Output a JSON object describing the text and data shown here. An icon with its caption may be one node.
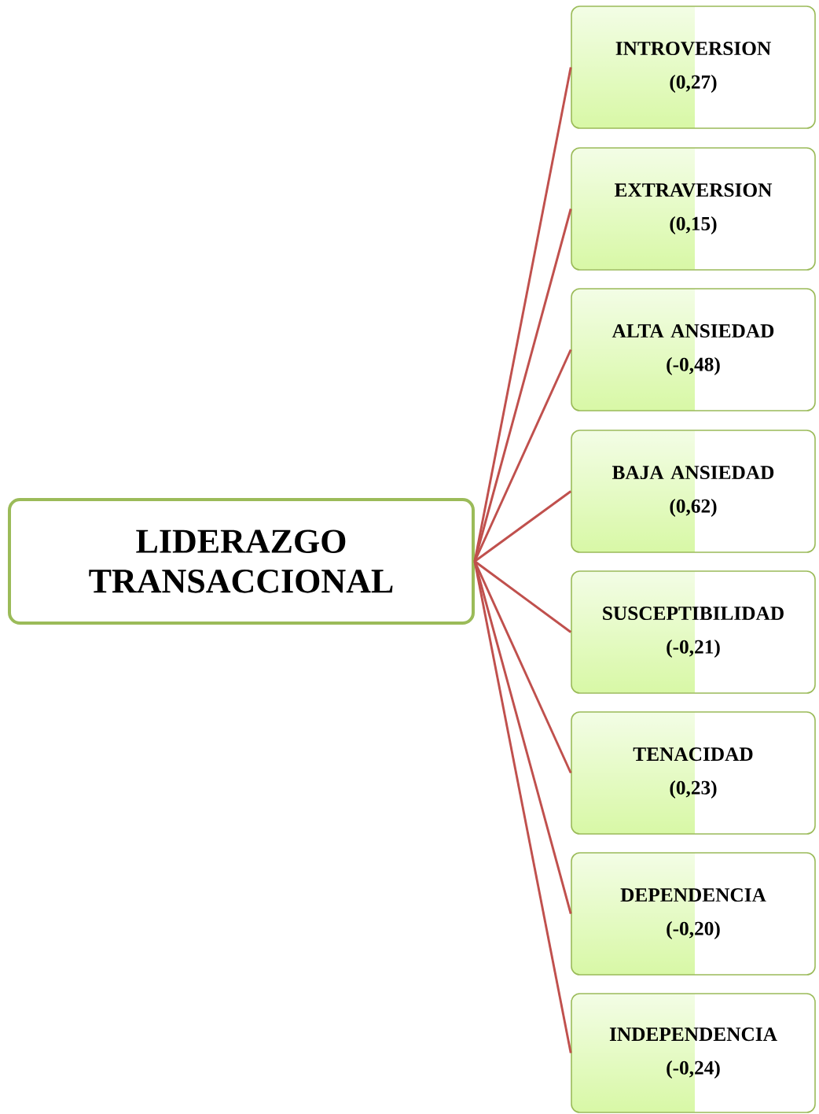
{
  "diagram": {
    "nodes": [
      {
        "text": [
          "LIDERAZGO TRANSACCIONAL"
        ]
      },
      {
        "text": [
          "INTROVERSION",
          "(0,27)"
        ]
      },
      {
        "text": [
          "EXTRAVERSION",
          "(0,15)"
        ]
      },
      {
        "text": [
          "ALTA ANSIEDAD",
          "(-0,48)"
        ]
      },
      {
        "text": [
          "BAJA ANSIEDAD",
          "(0,62)"
        ]
      },
      {
        "text": [
          "SUSCEPTIBILIDAD",
          "(-0,21)"
        ]
      },
      {
        "text": [
          "TENACIDAD",
          "(0,23)"
        ]
      },
      {
        "text": [
          "DEPENDENCIA",
          "(-0,20)"
        ]
      },
      {
        "text": [
          "INDEPENDENCIA",
          "(-0,24)"
        ]
      }
    ],
    "edges": [
      {
        "from": 0,
        "to": 1,
        "arrow": "none"
      },
      {
        "from": 0,
        "to": 2,
        "arrow": "none"
      },
      {
        "from": 0,
        "to": 3,
        "arrow": "none"
      },
      {
        "from": 0,
        "to": 4,
        "arrow": "none"
      },
      {
        "from": 0,
        "to": 5,
        "arrow": "none"
      },
      {
        "from": 0,
        "to": 6,
        "arrow": "none"
      },
      {
        "from": 0,
        "to": 7,
        "arrow": "none"
      },
      {
        "from": 0,
        "to": 8,
        "arrow": "none"
      }
    ]
  }
}
